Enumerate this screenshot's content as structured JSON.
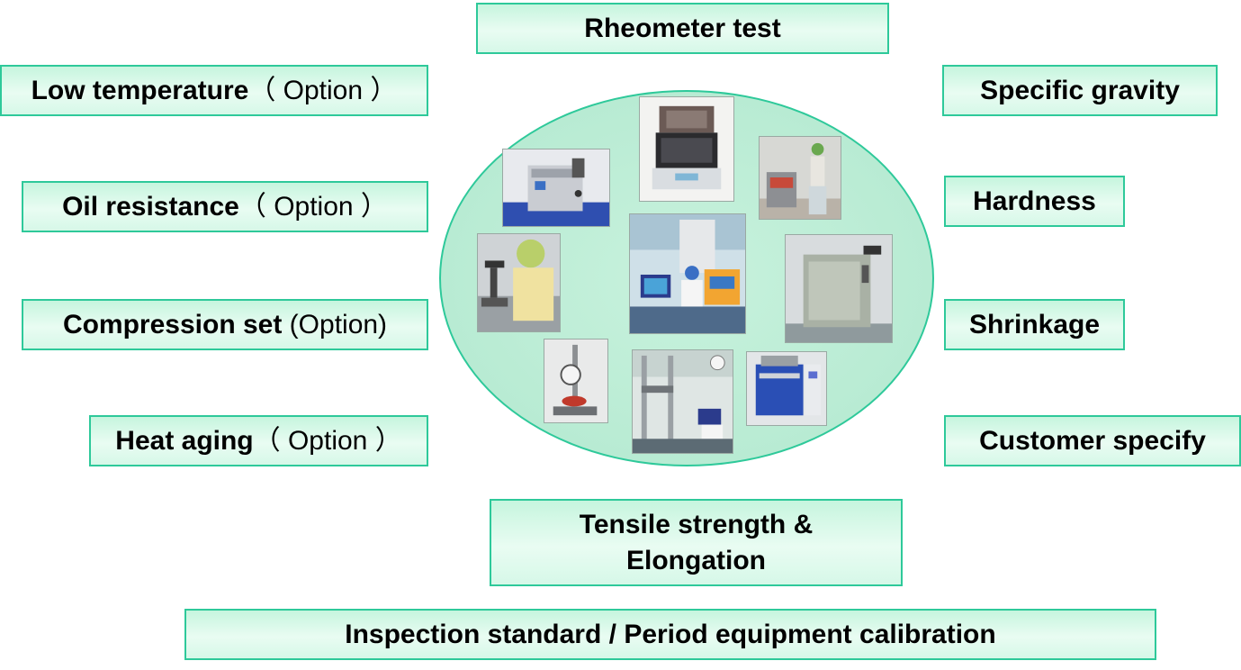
{
  "tests": {
    "rheometer": "Rheometer test",
    "low_temp": "Low temperature",
    "low_temp_opt": "（ Option ）",
    "oil": "Oil resistance",
    "oil_opt": "（ Option ）",
    "compression": "Compression set",
    "compression_opt": " (Option)",
    "heat": "Heat aging",
    "heat_opt": "（ Option ）",
    "gravity": "Specific gravity",
    "hardness": "Hardness",
    "shrinkage": "Shrinkage",
    "customer": "Customer specify",
    "tensile_line1": "Tensile strength &",
    "tensile_line2": "Elongation",
    "inspection": "Inspection standard / Period equipment calibration"
  },
  "colors": {
    "border": "#2ec99a",
    "fill_light": "#e9fcf2",
    "fill": "#c6f5de",
    "ellipse": "#b8ebd3"
  },
  "photos": [
    "specific-gravity-balance-photo",
    "oil-bath-photo",
    "hardness-operator-photo",
    "microscope-operator-photo",
    "rheometer-station-photo",
    "aging-oven-photo",
    "durometer-photo",
    "tensile-tester-photo",
    "press-machine-photo"
  ]
}
